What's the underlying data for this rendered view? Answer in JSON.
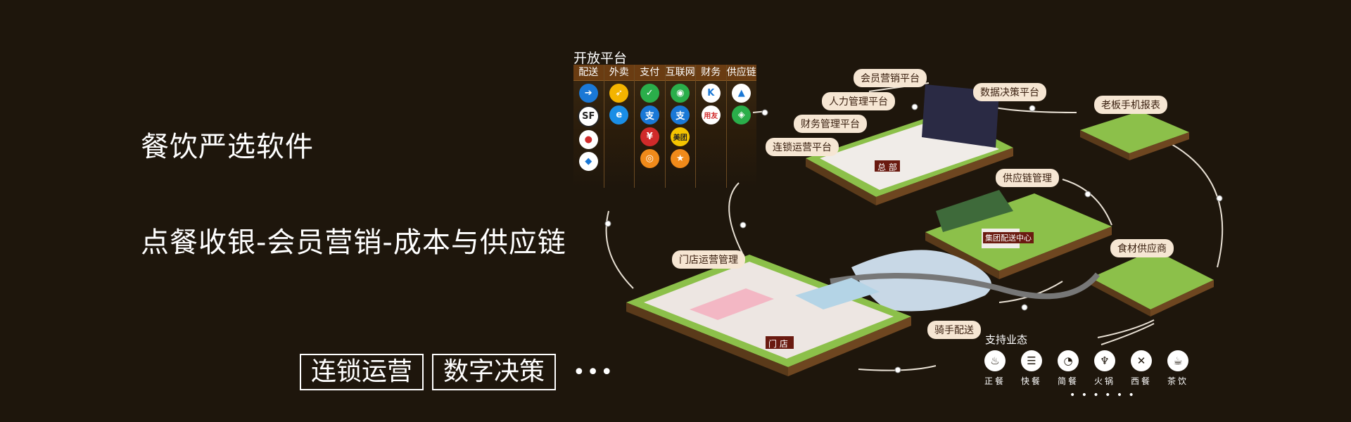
{
  "hero": {
    "title": "餐饮严选软件",
    "subtitle": "点餐收银-会员营销-成本与供应链",
    "tags": [
      "连锁运营",
      "数字决策"
    ],
    "more": "•••"
  },
  "platform": {
    "title": "开放平台",
    "columns": [
      {
        "label": "配送",
        "icons": [
          "delivery-icon",
          "sf-express-icon",
          "delivery-icon",
          "delivery-icon"
        ]
      },
      {
        "label": "外卖",
        "icons": [
          "takeout-icon",
          "eleme-icon"
        ]
      },
      {
        "label": "支付",
        "icons": [
          "wechat-pay-icon",
          "alipay-icon",
          "payment-icon",
          "payment-icon"
        ]
      },
      {
        "label": "互联网",
        "icons": [
          "wechat-icon",
          "alipay-icon",
          "meituan-icon",
          "dianping-icon"
        ]
      },
      {
        "label": "财务",
        "icons": [
          "finance-icon",
          "yonyou-icon"
        ]
      },
      {
        "label": "供应链",
        "icons": [
          "supply-icon",
          "supply-icon"
        ]
      }
    ],
    "icon_text": {
      "sf": "SF",
      "zhi": "支",
      "meituan": "美团",
      "yonyou": "用友"
    }
  },
  "labels": {
    "member": "会员营销平台",
    "hr": "人力管理平台",
    "finance": "财务管理平台",
    "chain": "连锁运营平台",
    "data": "数据决策平台",
    "boss": "老板手机报表",
    "supply": "供应链管理",
    "food": "食材供应商",
    "store_mgmt": "门店运营管理",
    "rider": "骑手配送",
    "hq": "总 部",
    "dc": "集团配送中心",
    "store": "门 店"
  },
  "support": {
    "title": "支持业态",
    "items": [
      "正餐",
      "快餐",
      "简餐",
      "火锅",
      "西餐",
      "茶饮"
    ],
    "more": "• • • • • •"
  },
  "colors": {
    "background": "#1e160c",
    "platform_header": "#6a3c12",
    "label_bg": "#f6e6d3",
    "grass": "#8cc04a"
  }
}
